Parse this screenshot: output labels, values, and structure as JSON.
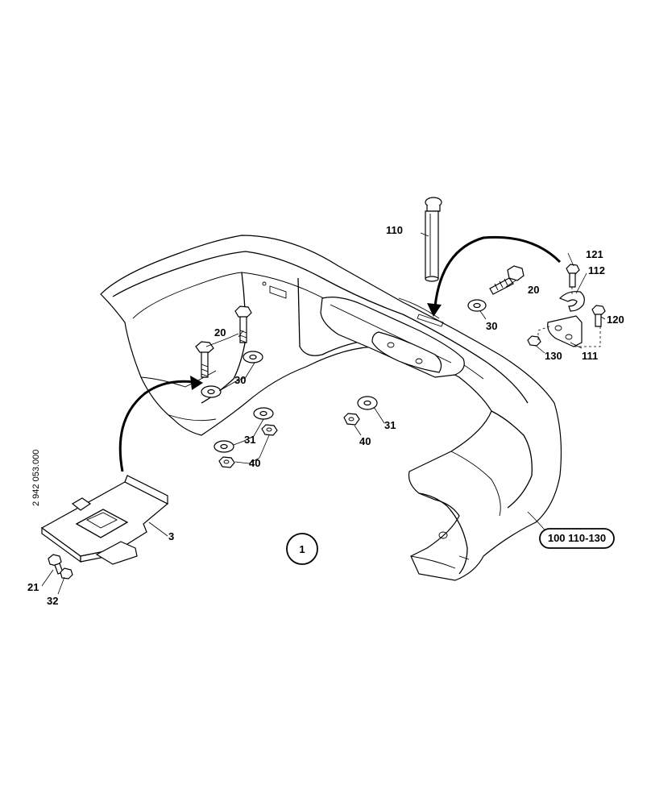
{
  "drawing_ref": "2 942 053.000",
  "view_number": "1",
  "assembly_ref": "100 110-130",
  "callouts": {
    "c3": "3",
    "c20a": "20",
    "c20b": "20",
    "c21": "21",
    "c30a": "30",
    "c30b": "30",
    "c31a": "31",
    "c31b": "31",
    "c32": "32",
    "c40a": "40",
    "c40b": "40",
    "c110": "110",
    "c111": "111",
    "c112": "112",
    "c120": "120",
    "c121": "121",
    "c130": "130"
  }
}
